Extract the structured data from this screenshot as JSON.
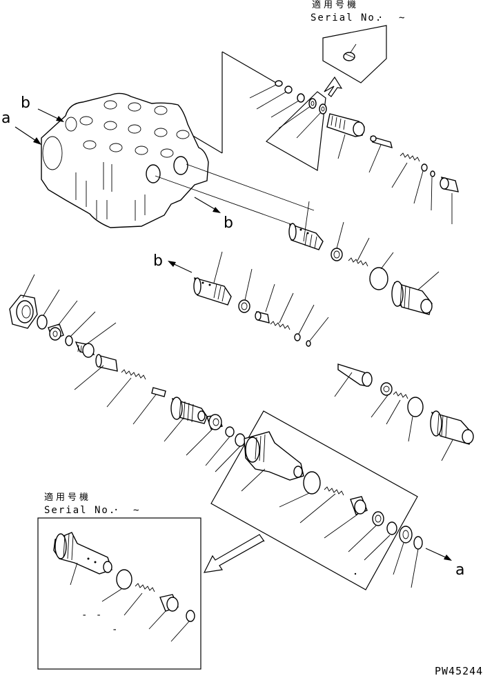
{
  "title": "",
  "inset_top": {
    "applicable_label": "適用号機",
    "serial_label": "Serial No.",
    "serial_dot": "·",
    "serial_tilde": "~"
  },
  "inset_bottom": {
    "applicable_label": "適用号機",
    "serial_label": "Serial No.",
    "serial_dot": "·",
    "serial_tilde": "~"
  },
  "callouts": {
    "a_left": "a",
    "b_left": "b",
    "b_mid": "b",
    "b_spool": "b",
    "a_right": "a"
  },
  "minor_marks": {
    "dash_pair": "- -",
    "dash_single": "-"
  },
  "drawing_code": "PW45244"
}
